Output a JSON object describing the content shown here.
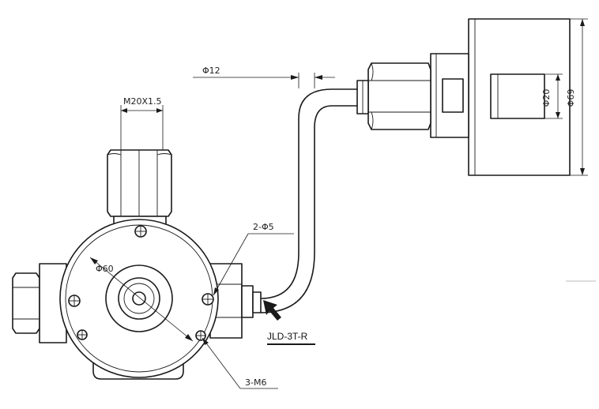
{
  "labels": {
    "thread": "M20X1.5",
    "tube_diameter": "Φ12",
    "inner_diameter": "Φ20",
    "flange_diameter": "Φ69",
    "holes_2": "2-Φ5",
    "body_diameter": "Φ60",
    "holes_3": "3-M6",
    "model": "JLD-3T-R"
  }
}
